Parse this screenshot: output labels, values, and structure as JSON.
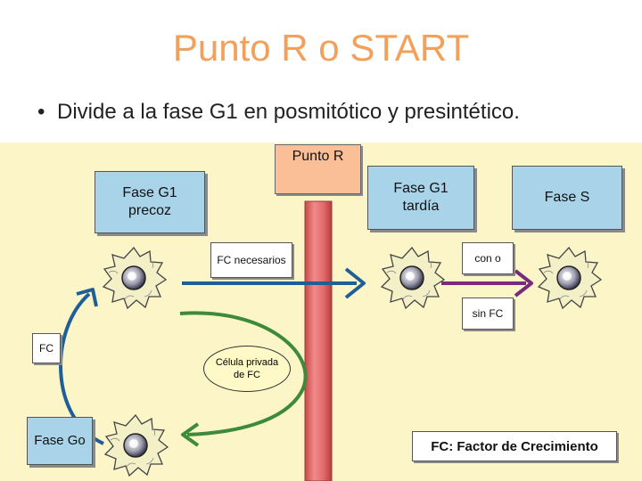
{
  "slide": {
    "title": "Punto R o START",
    "bullet": "Divide a la fase G1 en posmitótico y presintético."
  },
  "diagram": {
    "punto_r": "Punto R",
    "g1_precoz_line1": "Fase G1",
    "g1_precoz_line2": "precoz",
    "g1_tardia_line1": "Fase G1",
    "g1_tardia_line2": "tardía",
    "fase_s": "Fase S",
    "fc_necesarios": "FC necesarios",
    "con_o": "con o",
    "sin_fc": "sin FC",
    "fc": "FC",
    "celula_line1": "Célula privada",
    "celula_line2": "de FC",
    "fase_go": "Fase Go",
    "legend": "FC: Factor de Crecimiento"
  },
  "colors": {
    "title": "#f2a05a",
    "panel_bg": "#fbf5c8",
    "box_blue": "#a9d3e8",
    "box_peach": "#fbbf97",
    "arrow_blue": "#1f5f98",
    "arrow_green": "#3d8a3a",
    "arrow_purple": "#7a2a7a",
    "bar_red": "#e06565"
  }
}
